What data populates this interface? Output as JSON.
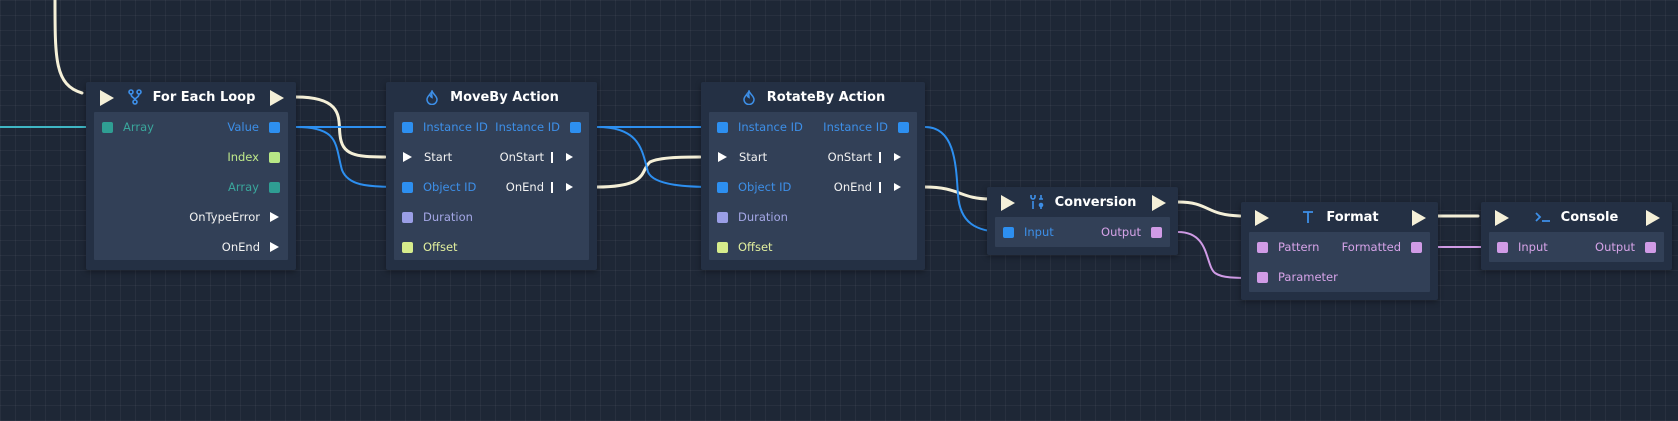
{
  "colors": {
    "canvas": "#1e2736",
    "node": "#243044",
    "node_body": "#324057",
    "flow_wire": "#f5f0d8",
    "data_wire_blue": "#2d8ff0",
    "data_wire_teal": "#3fb6c4",
    "data_wire_pink": "#d09be6"
  },
  "nodes": {
    "foreach": {
      "title": "For Each Loop",
      "icon": "fork-icon",
      "ports": {
        "array_in": "Array",
        "value_out": "Value",
        "index_out": "Index",
        "array_out": "Array",
        "ontypeerror_out": "OnTypeError",
        "onend_out": "OnEnd"
      }
    },
    "moveby": {
      "title": "MoveBy Action",
      "icon": "flame-icon",
      "ports": {
        "instance_in": "Instance ID",
        "instance_out": "Instance ID",
        "start_in": "Start",
        "onstart_out": "OnStart",
        "object_in": "Object ID",
        "onend_out": "OnEnd",
        "duration_in": "Duration",
        "offset_in": "Offset"
      }
    },
    "rotateby": {
      "title": "RotateBy Action",
      "icon": "flame-icon",
      "ports": {
        "instance_in": "Instance ID",
        "instance_out": "Instance ID",
        "start_in": "Start",
        "onstart_out": "OnStart",
        "object_in": "Object ID",
        "onend_out": "OnEnd",
        "duration_in": "Duration",
        "offset_in": "Offset"
      }
    },
    "conversion": {
      "title": "Conversion",
      "icon": "wrench-icon",
      "ports": {
        "input_in": "Input",
        "output_out": "Output"
      }
    },
    "format": {
      "title": "Format",
      "icon": "text-t-icon",
      "ports": {
        "pattern_in": "Pattern",
        "formatted_out": "Formatted",
        "parameter_in": "Parameter"
      }
    },
    "console": {
      "title": "Console",
      "icon": "terminal-icon",
      "ports": {
        "input_in": "Input",
        "output_out": "Output"
      }
    }
  }
}
